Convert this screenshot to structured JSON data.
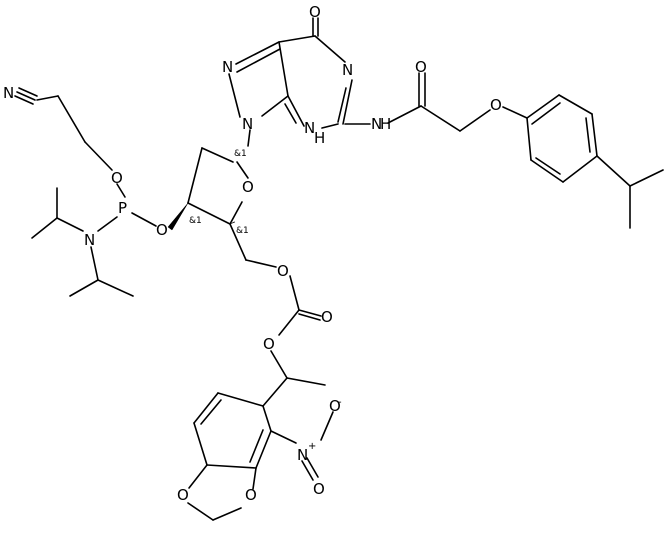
{
  "molecule": {
    "atoms": {
      "O6": "O",
      "N1": "N",
      "N7": "N",
      "N9": "N",
      "NH3": "N",
      "H3": "H",
      "NH2": "N",
      "H2": "H",
      "O_amide": "O",
      "O_ether": "O",
      "N_cyano": "N",
      "O_cyanoethyl": "O",
      "P": "P",
      "N_amine": "N",
      "O_3prime": "O",
      "O_ring": "O",
      "O_5prime": "O",
      "O_carbonyl": "O",
      "O_ester": "O",
      "N_nitro": "N",
      "plus": "+",
      "O_nitro_a": "O",
      "O_nitro_b": "O",
      "minus": "-",
      "O_dioxole_1": "O",
      "O_dioxole_2": "O"
    },
    "stereo": {
      "c1prime": "&1",
      "c3prime": "&1",
      "c4prime": "&1"
    }
  }
}
